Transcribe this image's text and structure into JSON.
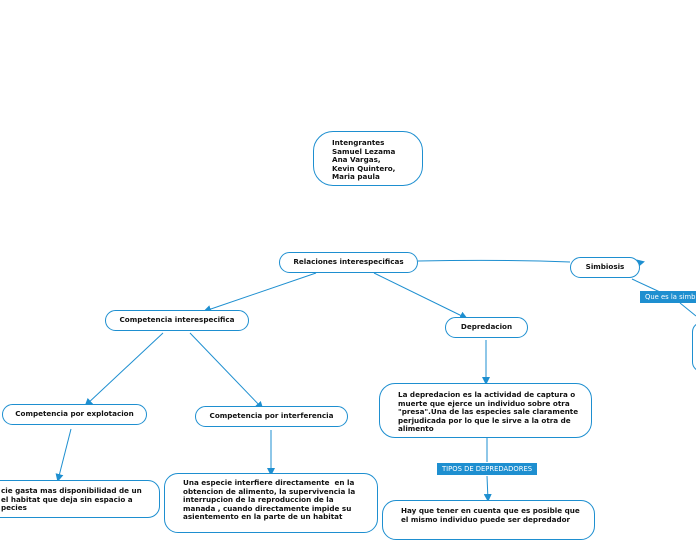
{
  "colors": {
    "accent": "#1e8fd0",
    "text": "#111111",
    "background": "#ffffff"
  },
  "nodes": {
    "integrantes": [
      "Intengrantes",
      "Samuel Lezama",
      "Ana Vargas,",
      "Kevin Quintero,",
      "Maria paula"
    ],
    "relaciones": "Relaciones interespecificas",
    "simbiosis": "Simbiosis",
    "competencia": "Competencia interespecifica",
    "depredacion": "Depredacion",
    "explotacion": "Competencia por explotacion",
    "interferencia": "Competencia por interferencia",
    "depredacion_def": [
      "La depredacion es la actividad de captura o",
      "muerte que ejerce un individuo sobre otra",
      "\"presa\".Una de las especies sale claramente",
      "perjudicada por lo que le sirve a la otra de",
      "alimento"
    ],
    "explotacion_def": [
      "cie gasta mas disponibilidad de un",
      "el habitat que deja sin espacio a",
      "pecies"
    ],
    "interferencia_def": [
      "Una especie interfiere directamente  en la",
      "obtencion de alimento, la supervivencia la",
      "interrupcion de la reproduccion de la",
      "manada , cuando directamente impide su",
      "asientemento en la parte de un habitat"
    ],
    "depredadores_def": [
      "Hay que tener en cuenta que es posible que",
      "el mismo individuo puede ser depredador"
    ]
  },
  "tags": {
    "simbiosis_tag": "Que es la simbio",
    "depredadores_tag": "TIPOS DE DEPREDADORES"
  }
}
